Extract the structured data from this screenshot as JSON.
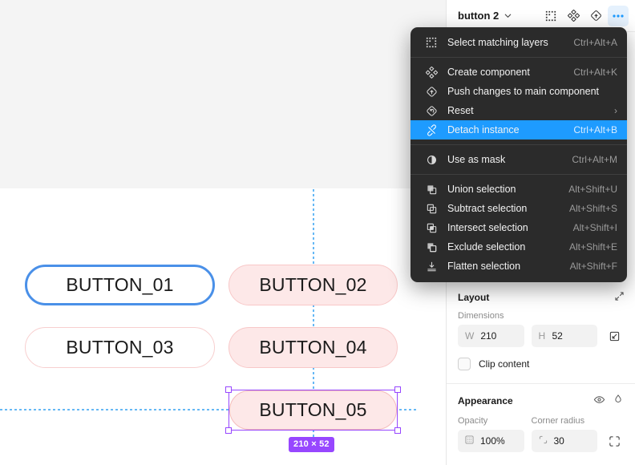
{
  "canvas": {
    "buttons": [
      {
        "label": "BUTTON_01",
        "state": "selected-blue-outline"
      },
      {
        "label": "BUTTON_02",
        "state": "pink-filled"
      },
      {
        "label": "BUTTON_03",
        "state": "white-pink-outline"
      },
      {
        "label": "BUTTON_04",
        "state": "pink-filled"
      },
      {
        "label": "BUTTON_05",
        "state": "pink-filled-selected"
      }
    ],
    "size_badge": "210 × 52",
    "colors": {
      "selection": "#9747ff",
      "guide": "#66b8f5",
      "blue_outline": "#4a90e8",
      "pink_fill": "#fde8e8",
      "pink_border": "#f8c8c8"
    }
  },
  "panel": {
    "title": "button 2",
    "header_icons": [
      {
        "name": "select-matching-layers-icon",
        "active": false
      },
      {
        "name": "create-component-icon",
        "active": false
      },
      {
        "name": "push-changes-icon",
        "active": false
      },
      {
        "name": "more-options-icon",
        "active": true
      }
    ],
    "layout": {
      "title": "Layout",
      "dimensions_label": "Dimensions",
      "width_prefix": "W",
      "width_value": "210",
      "height_prefix": "H",
      "height_value": "52",
      "clip_content_label": "Clip content",
      "clip_content_checked": false
    },
    "appearance": {
      "title": "Appearance",
      "opacity_label": "Opacity",
      "opacity_value": "100%",
      "corner_radius_label": "Corner radius",
      "corner_radius_value": "30"
    }
  },
  "context_menu": {
    "groups": [
      {
        "items": [
          {
            "icon": "select-matching-layers-icon",
            "label": "Select matching layers",
            "shortcut": "Ctrl+Alt+A",
            "selected": false,
            "submenu": false
          }
        ]
      },
      {
        "items": [
          {
            "icon": "create-component-icon",
            "label": "Create component",
            "shortcut": "Ctrl+Alt+K",
            "selected": false,
            "submenu": false
          },
          {
            "icon": "push-changes-icon",
            "label": "Push changes to main component",
            "shortcut": "",
            "selected": false,
            "submenu": false
          },
          {
            "icon": "reset-icon",
            "label": "Reset",
            "shortcut": "",
            "selected": false,
            "submenu": true
          },
          {
            "icon": "detach-instance-icon",
            "label": "Detach instance",
            "shortcut": "Ctrl+Alt+B",
            "selected": true,
            "submenu": false
          }
        ]
      },
      {
        "items": [
          {
            "icon": "use-as-mask-icon",
            "label": "Use as mask",
            "shortcut": "Ctrl+Alt+M",
            "selected": false,
            "submenu": false
          }
        ]
      },
      {
        "items": [
          {
            "icon": "union-selection-icon",
            "label": "Union selection",
            "shortcut": "Alt+Shift+U",
            "selected": false,
            "submenu": false
          },
          {
            "icon": "subtract-selection-icon",
            "label": "Subtract selection",
            "shortcut": "Alt+Shift+S",
            "selected": false,
            "submenu": false
          },
          {
            "icon": "intersect-selection-icon",
            "label": "Intersect selection",
            "shortcut": "Alt+Shift+I",
            "selected": false,
            "submenu": false
          },
          {
            "icon": "exclude-selection-icon",
            "label": "Exclude selection",
            "shortcut": "Alt+Shift+E",
            "selected": false,
            "submenu": false
          },
          {
            "icon": "flatten-selection-icon",
            "label": "Flatten selection",
            "shortcut": "Alt+Shift+F",
            "selected": false,
            "submenu": false
          }
        ]
      }
    ],
    "submenu_arrow": "›"
  }
}
